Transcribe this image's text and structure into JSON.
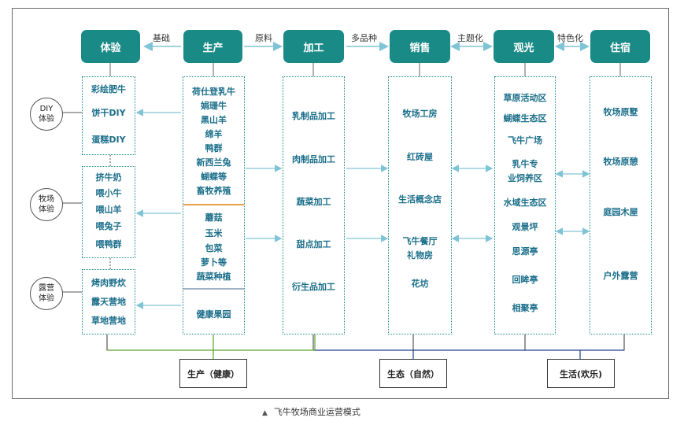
{
  "stages": [
    "体验",
    "生产",
    "加工",
    "销售",
    "观光",
    "住宿"
  ],
  "edge_labels": [
    "基础",
    "原料",
    "多品种",
    "主题化",
    "特色化"
  ],
  "experience": {
    "circles": [
      "DIY\n体验",
      "牧场\n体验",
      "露营\n体验"
    ],
    "groups": [
      [
        "彩绘肥牛",
        "饼干DIY",
        "蛋糕DIY"
      ],
      [
        "挤牛奶",
        "喂小牛",
        "喂山羊",
        "喂兔子",
        "喂鸭群"
      ],
      [
        "烤肉野炊",
        "露天营地",
        "草地营地"
      ]
    ]
  },
  "production": {
    "animals": [
      "荷仕登乳牛",
      "娟珊牛",
      "黑山羊",
      "绵羊",
      "鸭群",
      "新西兰兔",
      "蝴蝶等",
      "畜牧养殖"
    ],
    "crops": [
      "蘑菇",
      "玉米",
      "包菜",
      "萝卜等",
      "蔬菜种植"
    ],
    "orchard": [
      "健康果园"
    ]
  },
  "processing": [
    "乳制品加工",
    "肉制品加工",
    "蔬菜加工",
    "甜点加工",
    "衍生品加工"
  ],
  "sales": [
    "牧场工房",
    "红砖屋",
    "生活概念店",
    "飞牛餐厅\n礼物房",
    "花坊"
  ],
  "sightseeing": [
    "草原活动区",
    "蝴蝶生态区",
    "飞牛广场",
    "乳牛专\n业饲养区",
    "水域生态区",
    "观景坪",
    "思源亭",
    "回眸亭",
    "相聚亭"
  ],
  "lodging": [
    "牧场原墅",
    "牧场原憩",
    "庭园木屋",
    "户外露营"
  ],
  "bottom": [
    "生产（健康）",
    "生态（自然）",
    "生活(欢乐)"
  ],
  "colors": {
    "accent": "#1a8a86",
    "arrow": "#7fc4d6",
    "text": "#1a6e8a",
    "green_line": "#5aa02c",
    "blue_line": "#1f3f8c",
    "orange_sep": "#e8a04a",
    "gray_sep": "#9fb3c3"
  },
  "caption": "飞牛牧场商业运营模式"
}
